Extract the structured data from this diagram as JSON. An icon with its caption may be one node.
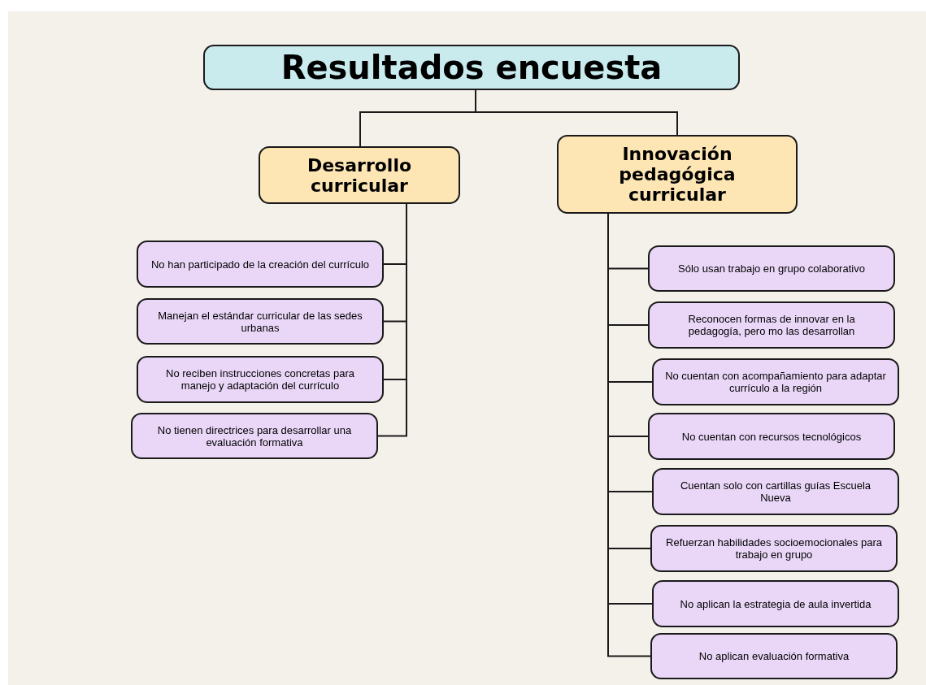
{
  "diagram": {
    "nodes": [
      {
        "text": [
          "Resultados encuesta"
        ]
      },
      {
        "text": [
          "Desarrollo curricular"
        ]
      },
      {
        "text": [
          "Innovación pedagógica curricular"
        ]
      },
      {
        "text": [
          "No han participado de la creación del currículo"
        ]
      },
      {
        "text": [
          "Manejan el estándar curricular de las sedes urbanas"
        ]
      },
      {
        "text": [
          "No reciben instrucciones concretas para manejo y adaptación del currículo"
        ]
      },
      {
        "text": [
          "No tienen directrices para desarrollar una evaluación formativa"
        ]
      },
      {
        "text": [
          "Sólo usan trabajo en grupo colaborativo"
        ]
      },
      {
        "text": [
          "Reconocen formas de innovar en la pedagogía, pero mo las desarrollan"
        ]
      },
      {
        "text": [
          "No cuentan con acompañamiento para adaptar currículo a la región"
        ]
      },
      {
        "text": [
          "No cuentan con recursos tecnológicos"
        ]
      },
      {
        "text": [
          "Cuentan solo con cartillas guías Escuela Nueva"
        ]
      },
      {
        "text": [
          "Refuerzan habilidades socioemocionales para trabajo en grupo"
        ]
      },
      {
        "text": [
          "No aplican la estrategia de aula invertida"
        ]
      },
      {
        "text": [
          "No aplican evaluación formativa"
        ]
      }
    ],
    "edges": [
      {
        "from": 0,
        "to": 1,
        "arrow": "none"
      },
      {
        "from": 0,
        "to": 2,
        "arrow": "none"
      },
      {
        "from": 1,
        "to": 3,
        "arrow": "none"
      },
      {
        "from": 1,
        "to": 4,
        "arrow": "none"
      },
      {
        "from": 1,
        "to": 5,
        "arrow": "none"
      },
      {
        "from": 1,
        "to": 6,
        "arrow": "none"
      },
      {
        "from": 2,
        "to": 7,
        "arrow": "none"
      },
      {
        "from": 2,
        "to": 8,
        "arrow": "none"
      },
      {
        "from": 2,
        "to": 9,
        "arrow": "none"
      },
      {
        "from": 2,
        "to": 10,
        "arrow": "none"
      },
      {
        "from": 2,
        "to": 11,
        "arrow": "none"
      },
      {
        "from": 2,
        "to": 12,
        "arrow": "none"
      },
      {
        "from": 2,
        "to": 13,
        "arrow": "none"
      },
      {
        "from": 2,
        "to": 14,
        "arrow": "none"
      }
    ]
  }
}
